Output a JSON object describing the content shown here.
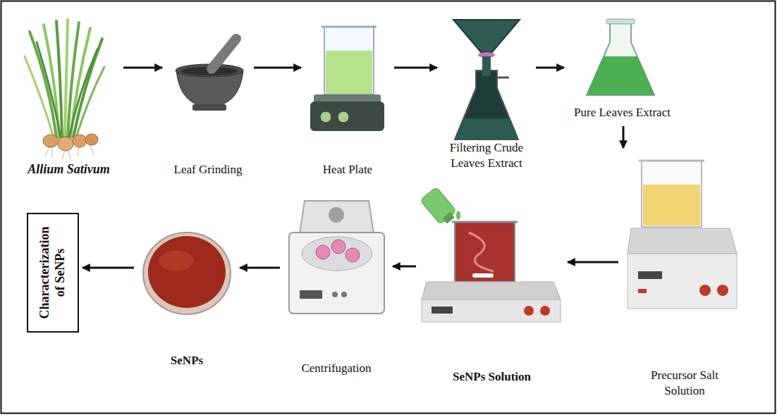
{
  "diagram": {
    "nodes": [
      {
        "text": [
          "Allium Sativum"
        ]
      },
      {
        "text": [
          "Leaf Grinding"
        ]
      },
      {
        "text": [
          "Heat Plate"
        ]
      },
      {
        "text": [
          "Filtering Crude Leaves Extract"
        ]
      },
      {
        "text": [
          "Pure Leaves Extract"
        ]
      },
      {
        "text": [
          "Precursor Salt Solution"
        ]
      },
      {
        "text": [
          "SeNPs Solution"
        ]
      },
      {
        "text": [
          "Centrifugation"
        ]
      },
      {
        "text": [
          "SeNPs"
        ]
      },
      {
        "text": [
          "Characterization of SeNPs"
        ]
      }
    ],
    "edges": [
      {
        "from": 0,
        "to": 1,
        "arrow": "to"
      },
      {
        "from": 1,
        "to": 2,
        "arrow": "to"
      },
      {
        "from": 2,
        "to": 3,
        "arrow": "to"
      },
      {
        "from": 3,
        "to": 4,
        "arrow": "to"
      },
      {
        "from": 4,
        "to": 5,
        "arrow": "to"
      },
      {
        "from": 5,
        "to": 6,
        "arrow": "to"
      },
      {
        "from": 6,
        "to": 7,
        "arrow": "to"
      },
      {
        "from": 7,
        "to": 8,
        "arrow": "to"
      },
      {
        "from": 8,
        "to": 9,
        "arrow": "to"
      }
    ]
  }
}
